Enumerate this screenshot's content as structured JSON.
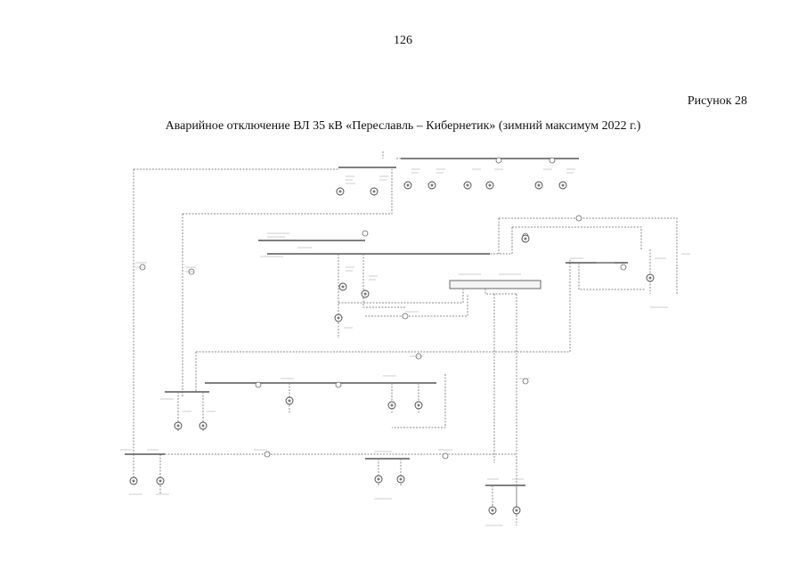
{
  "page": {
    "number": "126",
    "figure_label": "Рисунок 28",
    "figure_title": "Аварийное отключение ВЛ 35 кВ «Переславль – Кибернетик» (зимний максимум 2022 г.)"
  },
  "diagram": {
    "line_color": "#8a8a8a",
    "bus_color": "#555555"
  }
}
